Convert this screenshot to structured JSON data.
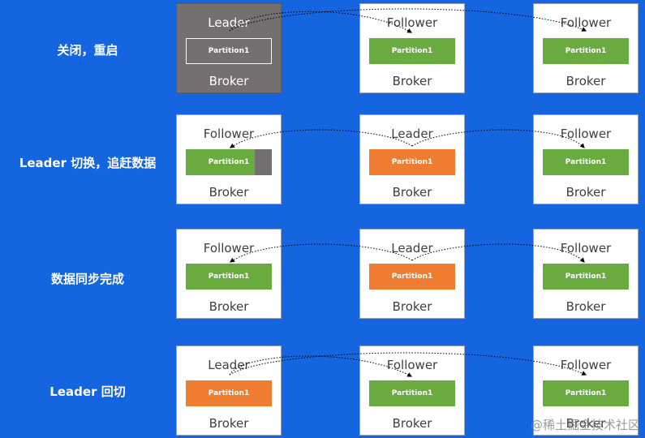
{
  "rows": [
    {
      "label": "关闭，重启",
      "brokers": [
        {
          "role": "Leader",
          "partition": "Partition1",
          "broker": "Broker",
          "state": "down",
          "partition_style": "outline"
        },
        {
          "role": "Follower",
          "partition": "Partition1",
          "broker": "Broker",
          "state": "up",
          "partition_style": "green"
        },
        {
          "role": "Follower",
          "partition": "Partition1",
          "broker": "Broker",
          "state": "up",
          "partition_style": "green"
        }
      ]
    },
    {
      "label": "Leader 切换，追赶数据",
      "brokers": [
        {
          "role": "Follower",
          "partition": "Partition1",
          "broker": "Broker",
          "state": "up",
          "partition_style": "partial"
        },
        {
          "role": "Leader",
          "partition": "Partition1",
          "broker": "Broker",
          "state": "up",
          "partition_style": "orange"
        },
        {
          "role": "Follower",
          "partition": "Partition1",
          "broker": "Broker",
          "state": "up",
          "partition_style": "green"
        }
      ]
    },
    {
      "label": "数据同步完成",
      "brokers": [
        {
          "role": "Follower",
          "partition": "Partition1",
          "broker": "Broker",
          "state": "up",
          "partition_style": "green"
        },
        {
          "role": "Leader",
          "partition": "Partition1",
          "broker": "Broker",
          "state": "up",
          "partition_style": "orange"
        },
        {
          "role": "Follower",
          "partition": "Partition1",
          "broker": "Broker",
          "state": "up",
          "partition_style": "green"
        }
      ]
    },
    {
      "label": "Leader 回切",
      "brokers": [
        {
          "role": "Leader",
          "partition": "Partition1",
          "broker": "Broker",
          "state": "up",
          "partition_style": "orange"
        },
        {
          "role": "Follower",
          "partition": "Partition1",
          "broker": "Broker",
          "state": "up",
          "partition_style": "green"
        },
        {
          "role": "Follower",
          "partition": "Partition1",
          "broker": "Broker",
          "state": "up",
          "partition_style": "green"
        }
      ]
    }
  ],
  "watermark": "@稀土掘金技术社区",
  "colors": {
    "background": "#1565e0",
    "leader_partition": "#ef7d31",
    "follower_partition": "#6aab40",
    "down_broker": "#757070"
  }
}
